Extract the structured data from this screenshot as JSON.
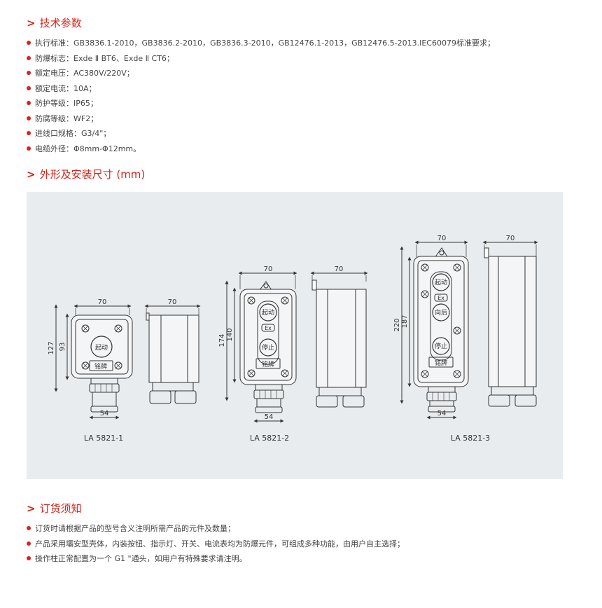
{
  "sections": {
    "tech": {
      "title": "技术参数"
    },
    "dims": {
      "title": "外形及安装尺寸 (mm)"
    },
    "order": {
      "title": "订货须知"
    }
  },
  "specs": [
    {
      "label": "执行标准：",
      "value": "GB3836.1-2010，GB3836.2-2010，GB3836.3-2010，GB12476.1-2013，GB12476.5-2013.IEC60079标准要求；"
    },
    {
      "label": "防爆标志：",
      "value": "Exde Ⅱ BT6、Exde Ⅱ CT6；"
    },
    {
      "label": "额定电压：",
      "value": "AC380V/220V；"
    },
    {
      "label": "额定电流：",
      "value": "10A；"
    },
    {
      "label": "防护等级：",
      "value": "IP65；"
    },
    {
      "label": "防腐等级：",
      "value": "WF2；"
    },
    {
      "label": "进线口规格：",
      "value": "G3/4\"；"
    },
    {
      "label": "电缆外径：",
      "value": "Φ8mm-Φ12mm。"
    }
  ],
  "models": [
    {
      "name": "LA 5821-1",
      "width": "70",
      "height_outer": "127",
      "height_inner": "93",
      "base": "54",
      "side_width": "70",
      "buttons": [
        "起动"
      ],
      "plate": "铭牌"
    },
    {
      "name": "LA 5821-2",
      "width": "70",
      "height_outer": "174",
      "height_inner": "140",
      "base": "54",
      "side_width": "70",
      "buttons": [
        "起动",
        "停止"
      ],
      "ex": "Ex",
      "plate": "铭牌"
    },
    {
      "name": "LA 5821-3",
      "width": "70",
      "height_outer": "220",
      "height_inner": "187",
      "base": "54",
      "side_width": "70",
      "buttons": [
        "起动",
        "向后",
        "停止"
      ],
      "ex": "Ex",
      "plate": "铭牌"
    }
  ],
  "order_notes": [
    "订货时请根据产品的型号含义注明所需产品的元件及数量；",
    "产品采用壩安型壳体，内装按钮、指示灯、开关、电流表均为防爆元件，可组成多种功能，由用户自主选择；",
    "操作柱正常配置为一个 G1 \"通头，如用户有特殊要求请注明。"
  ],
  "colors": {
    "accent": "#d7231a",
    "panel_bg": "#e9ecef",
    "line": "#333333"
  }
}
